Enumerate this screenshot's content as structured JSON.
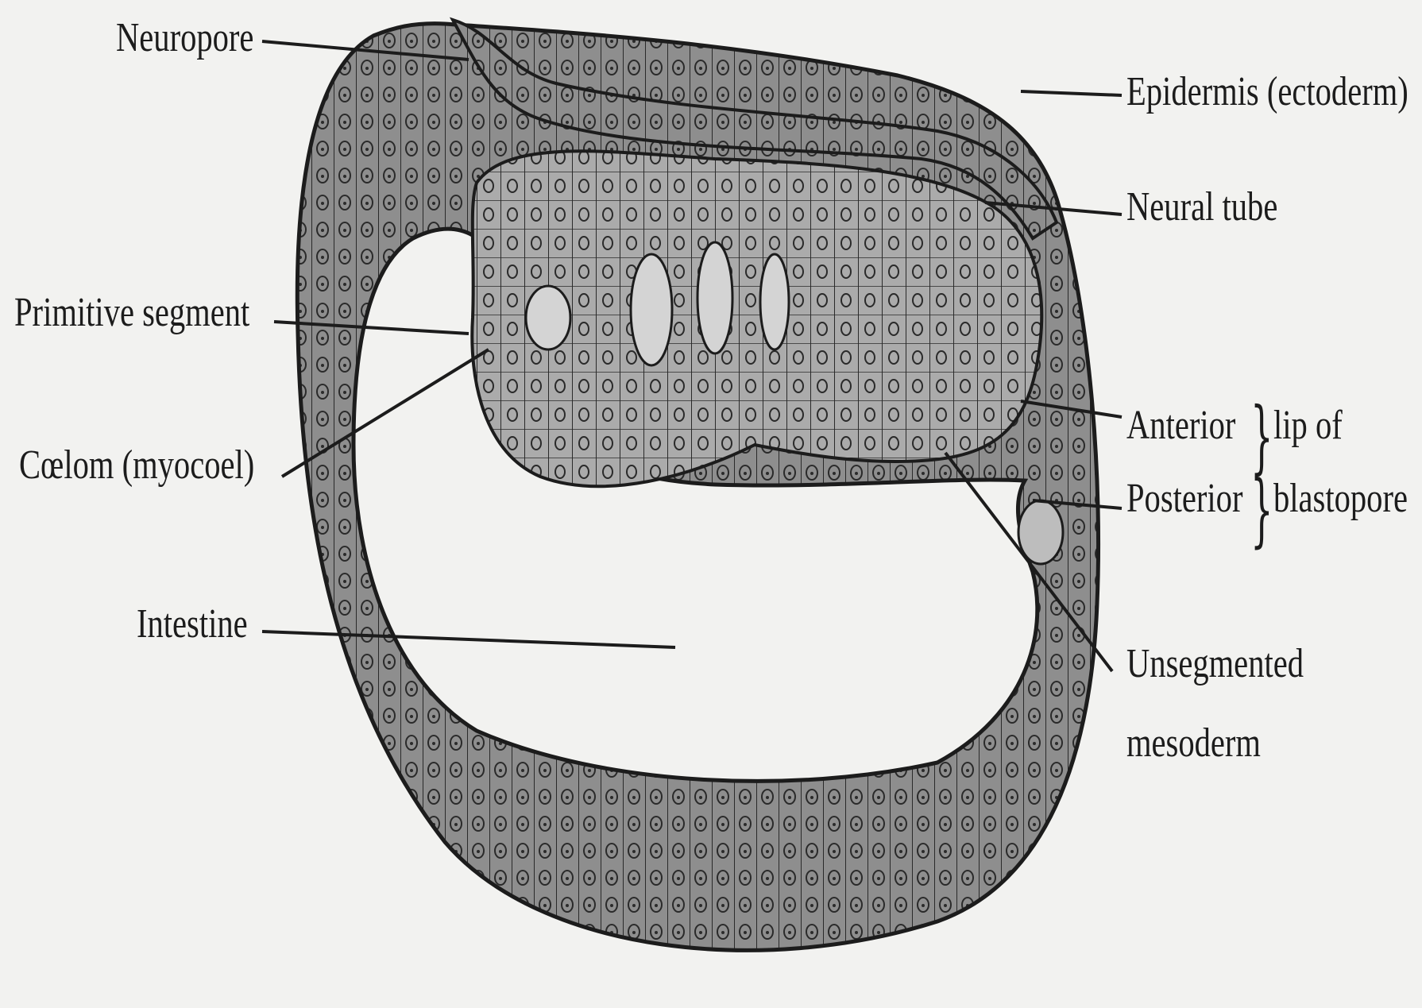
{
  "labels": {
    "neuropore": "Neuropore",
    "primitive_segment": "Primitive segment",
    "coelom": "Cœlom (myocoel)",
    "intestine": "Intestine",
    "epidermis": "Epidermis (ectoderm)",
    "neural_tube": "Neural tube",
    "anterior": "Anterior",
    "posterior": "Posterior",
    "lip_of": "lip of",
    "blastopore": "blastopore",
    "unsegmented_1": "Unsegmented",
    "unsegmented_2": "mesoderm"
  },
  "colors": {
    "background": "#f2f2f0",
    "outer_wall": "#8c8c8c",
    "inner_cells": "#a9a9a9",
    "pale_cells": "#d4d4d4",
    "lines": "#1c1c1c"
  }
}
